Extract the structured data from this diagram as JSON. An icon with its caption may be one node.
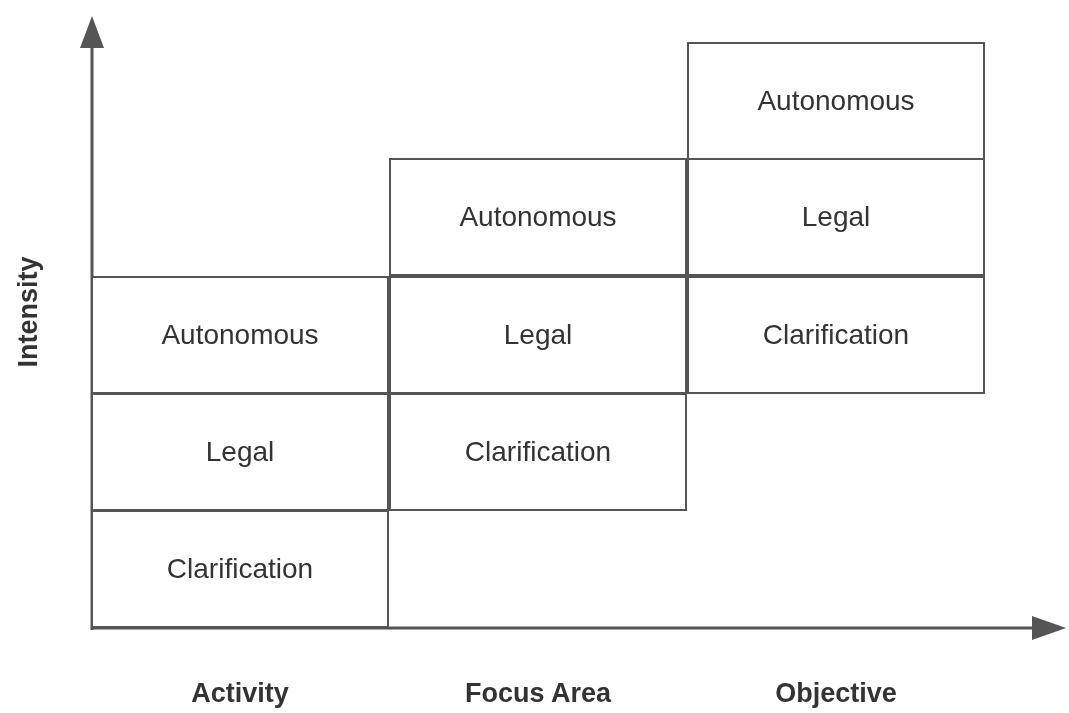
{
  "diagram": {
    "nodes": [
      {
        "text": [
          "Autonomous"
        ]
      },
      {
        "text": [
          "Autonomous"
        ]
      },
      {
        "text": [
          "Legal"
        ]
      },
      {
        "text": [
          "Autonomous"
        ]
      },
      {
        "text": [
          "Legal"
        ]
      },
      {
        "text": [
          "Clarification"
        ]
      },
      {
        "text": [
          "Legal"
        ]
      },
      {
        "text": [
          "Clarification"
        ]
      },
      {
        "text": [
          "Clarification"
        ]
      }
    ],
    "edges": [],
    "labels": [
      "Intensity",
      "Activity",
      "Focus Area",
      "Objective"
    ]
  }
}
